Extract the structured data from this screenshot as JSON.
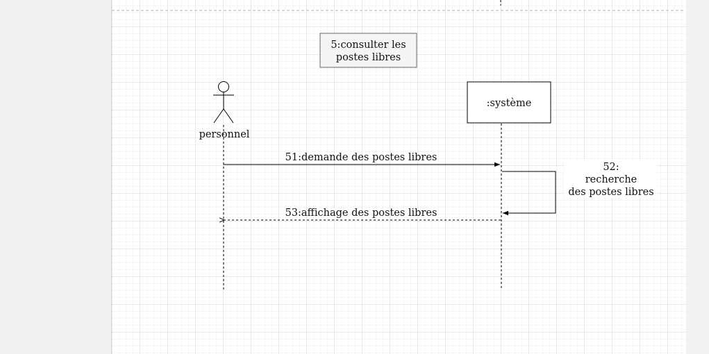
{
  "diagram": {
    "use_case_note": {
      "line1": "5:consulter les",
      "line2": "postes libres"
    },
    "actor": {
      "name": "personnel"
    },
    "system_lifeline": {
      "name": ":système"
    },
    "messages": [
      {
        "label": "51:demande des postes libres",
        "kind": "synchronous"
      },
      {
        "line1": "52:",
        "line2": "recherche",
        "line3": "des postes libres",
        "kind": "self"
      },
      {
        "label": "53:affichage des postes libres",
        "kind": "return"
      }
    ],
    "colors": {
      "stroke": "#000000",
      "note_fill": "#f5f5f5",
      "note_stroke": "#666666",
      "page_break": "#b0b0b0"
    }
  }
}
